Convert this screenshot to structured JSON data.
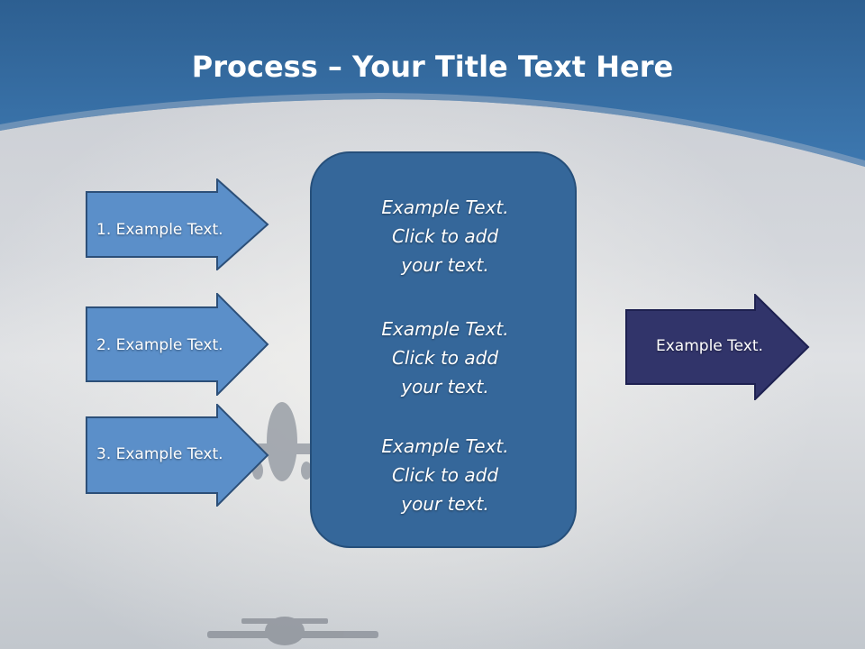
{
  "slide": {
    "title_bold": "Process",
    "title_rest": " – Your Title Text Here"
  },
  "inputs": [
    {
      "label": "1. Example Text."
    },
    {
      "label": "2. Example Text."
    },
    {
      "label": "3. Example Text."
    }
  ],
  "center_box": {
    "blocks": [
      {
        "lines": [
          "Example Text.",
          "Click  to add",
          "your text."
        ]
      },
      {
        "lines": [
          "Example Text.",
          "Click  to add",
          "your text."
        ]
      },
      {
        "lines": [
          "Example Text.",
          "Click  to add",
          "your text."
        ]
      }
    ]
  },
  "output": {
    "label": "Example Text."
  },
  "colors": {
    "header_blue": "#3a73aa",
    "input_arrow_fill": "#5b8fc9",
    "center_box_fill": "#35679a",
    "output_arrow_fill": "#31346a"
  }
}
